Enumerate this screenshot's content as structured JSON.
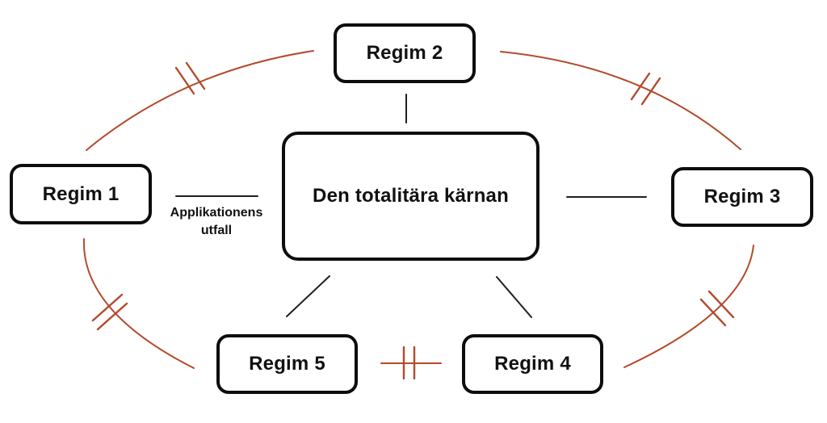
{
  "diagram": {
    "center_node": {
      "id": "center",
      "label": "Den totalitära kärnan"
    },
    "nodes": [
      {
        "id": "regim-1",
        "label": "Regim 1",
        "position": "left"
      },
      {
        "id": "regim-2",
        "label": "Regim 2",
        "position": "top"
      },
      {
        "id": "regim-3",
        "label": "Regim 3",
        "position": "right"
      },
      {
        "id": "regim-4",
        "label": "Regim 4",
        "position": "bottom-right"
      },
      {
        "id": "regim-5",
        "label": "Regim 5",
        "position": "bottom-left"
      }
    ],
    "edges": {
      "edge_label": "Applikationens utfall",
      "center_links": [
        "regim-1 – center (labeled: Applikationens utfall)",
        "regim-2 – center",
        "center – regim-3",
        "center – regim-4",
        "center – regim-5"
      ],
      "blocked_links": [
        "regim-1 – regim-2",
        "regim-2 – regim-3",
        "regim-1 – regim-5",
        "regim-3 – regim-4",
        "regim-5 – regim-4"
      ],
      "blocked_mark": "double-tick"
    },
    "colors": {
      "background": "#ffffff",
      "node_border": "#0d0d0d",
      "text": "#111111",
      "center_link": "#1f1f1f",
      "blocked_link": "#b34a2c"
    }
  }
}
